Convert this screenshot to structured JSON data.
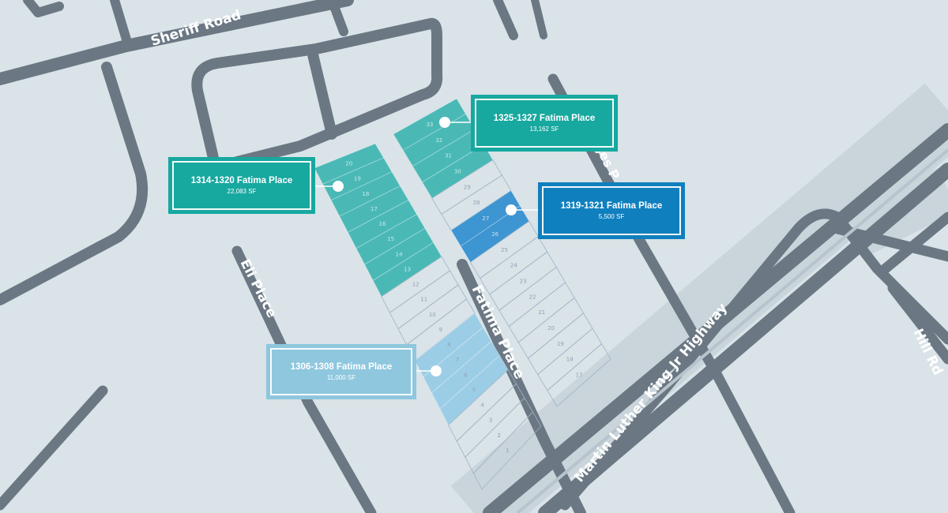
{
  "map": {
    "colors": {
      "background": "#d9e3e8",
      "road": "#6b7783",
      "teal_parcel": "#4ab9b6",
      "blue_parcel": "#3d95d1",
      "light_blue_parcel": "#9ccde6"
    },
    "roads": {
      "sheriff_road": "Sheriff Road",
      "eli_place": "Eli Place",
      "fatima_place": "Fatima Place",
      "mlk_highway": "Martin Luther King Jr Highway",
      "hill_rd": "Hill Rd",
      "jones_pl_partial": "Jes P"
    },
    "lots": {
      "west_block": [
        "20",
        "19",
        "18",
        "17",
        "16",
        "15",
        "14",
        "13",
        "12",
        "11",
        "10",
        "9",
        "8",
        "7",
        "6",
        "5",
        "4",
        "3",
        "2",
        "1"
      ],
      "east_block": [
        "33",
        "32",
        "31",
        "30",
        "29",
        "28",
        "27",
        "26",
        "25",
        "24",
        "23",
        "22",
        "21",
        "20",
        "19",
        "18",
        "17"
      ]
    },
    "properties": [
      {
        "id": "1325",
        "title": "1325-1327 Fatima Place",
        "area": "13,162 SF",
        "color": "#17a89f"
      },
      {
        "id": "1314",
        "title": "1314-1320 Fatima Place",
        "area": "22,083 SF",
        "color": "#17a89f"
      },
      {
        "id": "1319",
        "title": "1319-1321 Fatima Place",
        "area": "5,500 SF",
        "color": "#0f7fbe"
      },
      {
        "id": "1306",
        "title": "1306-1308 Fatima Place",
        "area": "11,000 SF",
        "color": "#8ec7de"
      }
    ]
  }
}
